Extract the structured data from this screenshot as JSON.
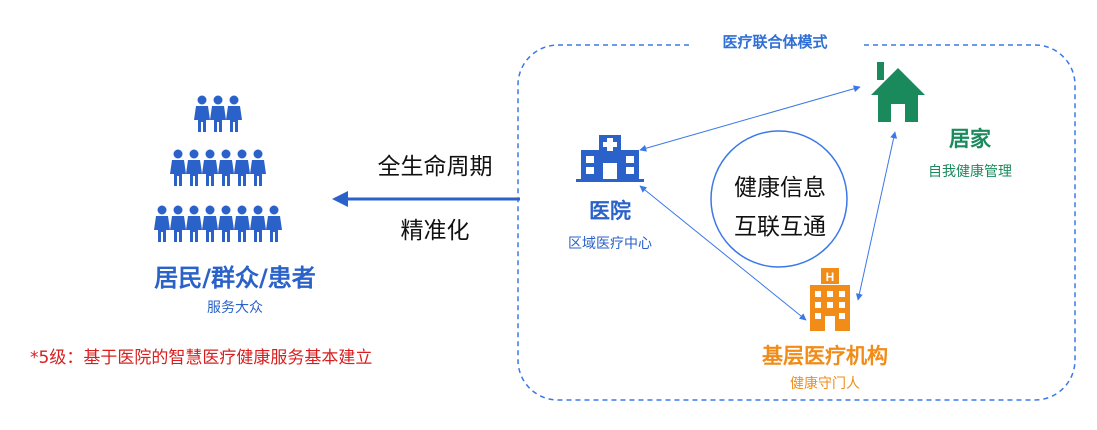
{
  "frame": {
    "title": "医疗联合体模式"
  },
  "people": {
    "title": "居民/群众/患者",
    "subtitle": "服务大众"
  },
  "arrow": {
    "line1": "全生命周期",
    "line2": "精准化"
  },
  "hospital": {
    "title": "医院",
    "subtitle": "区域医疗中心"
  },
  "home": {
    "title": "居家",
    "subtitle": "自我健康管理"
  },
  "center": {
    "line1": "健康信息",
    "line2": "互联互通"
  },
  "primary": {
    "title": "基层医疗机构",
    "subtitle": "健康守门人"
  },
  "footnote": "*5级：基于医院的智慧医疗健康服务基本建立",
  "colors": {
    "blue": "#2a62c9",
    "green": "#1a8a5c",
    "orange": "#f28c18",
    "red": "#d81e1e"
  }
}
